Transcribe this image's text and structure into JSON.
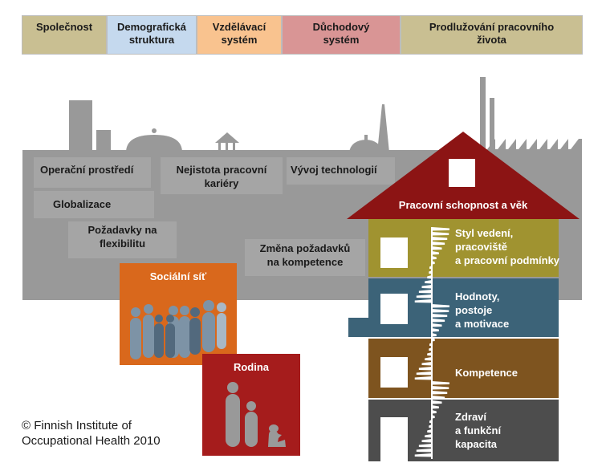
{
  "header": {
    "items": [
      {
        "label": "Společnost",
        "color": "#c9bf92"
      },
      {
        "label": "Demografická\nstruktura",
        "color": "#c5d9ee"
      },
      {
        "label": "Vzdělávací\nsystém",
        "color": "#f9c38f"
      },
      {
        "label": "Důchodový\nsystém",
        "color": "#d99595"
      },
      {
        "label": "Prodlužování pracovního\nživota",
        "color": "#c9bf92"
      }
    ]
  },
  "environment": {
    "operating_env": "Operační prostředí",
    "career_uncertainty": "Nejistota pracovní\nkariéry",
    "technology": "Vývoj technologií",
    "globalization": "Globalizace",
    "flexibility": "Požadavky na\nflexibilitu",
    "competence_change": "Změna požadavků\nna kompetence"
  },
  "social": {
    "title": "Sociální síť",
    "color": "#d9681c"
  },
  "family": {
    "title": "Rodina",
    "color": "#a51c1c"
  },
  "house": {
    "roof_label": "Pracovní schopnost a věk",
    "floors": [
      {
        "label": "Styl vedení,\npracoviště\na pracovní podmínky",
        "color": "#a09330"
      },
      {
        "label": "Hodnoty,\npostoje\na motivace",
        "color": "#3c6378"
      },
      {
        "label": "Kompetence",
        "color": "#7e541f"
      },
      {
        "label": "Zdraví\na funkční\nkapacita",
        "color": "#4d4d4d"
      }
    ]
  },
  "copyright": "© Finnish Institute of\nOccupational Health 2010"
}
